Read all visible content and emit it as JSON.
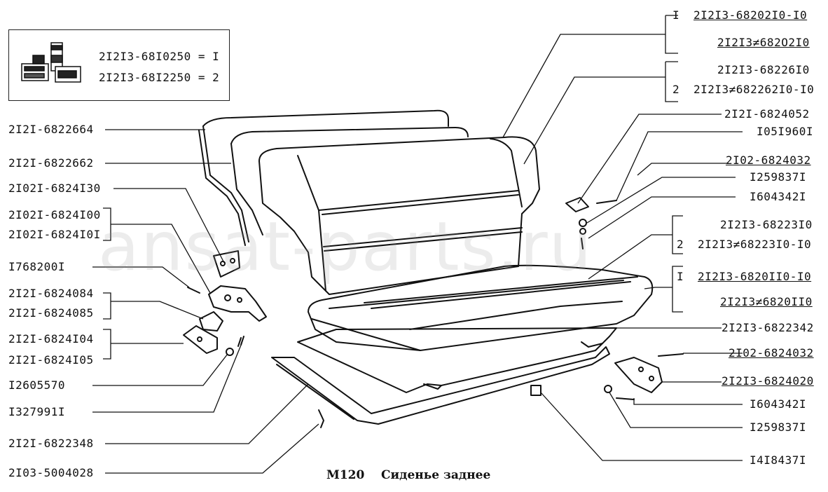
{
  "inset": {
    "items": [
      {
        "part": "2I2I3-68I0250",
        "eq": "=",
        "num": "I"
      },
      {
        "part": "2I2I3-68I2250",
        "eq": "=",
        "num": "2"
      }
    ]
  },
  "labels_left": [
    "2I2I-6822664",
    "2I2I-6822662",
    "2I02I-6824I30",
    "2I02I-6824I00",
    "2I02I-6824I0I",
    "I768200I",
    "2I2I-6824084",
    "2I2I-6824085",
    "2I2I-6824I04",
    "2I2I-6824I05",
    "I2605570",
    "I327991I",
    "2I2I-6822348",
    "2I03-5004028"
  ],
  "labels_right": {
    "group1_num": "I",
    "group1_a": "2I2I3-68202I0-I0",
    "group1_b": "2I2I3≠682O2I0",
    "group2_a": "2I2I3-68226I0",
    "group2_num": "2",
    "group2_b": "2I2I3≠682262I0-I0",
    "r1": "2I2I-6824052",
    "r2": "I05I960I",
    "r3": "2I02-6824032",
    "r4": "I259837I",
    "r5": "I604342I",
    "group3_a": "2I2I3-68223I0",
    "group3_num": "2",
    "group3_b": "2I2I3≠68223I0-I0",
    "group4_num": "I",
    "group4_a": "2I2I3-6820II0-I0",
    "group4_b": "2I2I3≠6820II0",
    "r6": "2I2I3-6822342",
    "r7": "2I02-6824032",
    "r8": "2I2I3-6824020",
    "r9": "I604342I",
    "r10": "I259837I",
    "r11": "I4I8437I"
  },
  "caption": {
    "code": "M120",
    "title": "Сиденье заднее"
  },
  "watermark": "ansat-parts.ru"
}
